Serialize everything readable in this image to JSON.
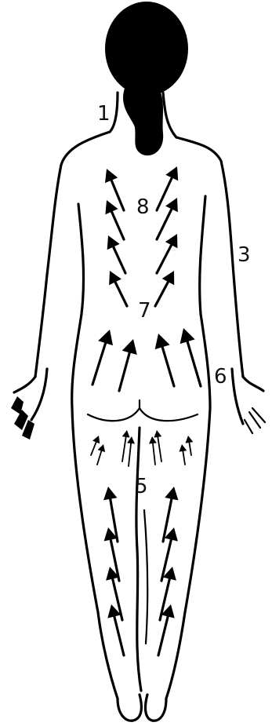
{
  "labels": {
    "l1": "1",
    "l3": "3",
    "l5": "5",
    "l6": "6",
    "l7": "7",
    "l8": "8"
  },
  "colors": {
    "ink": "#000000",
    "background": "#ffffff"
  }
}
